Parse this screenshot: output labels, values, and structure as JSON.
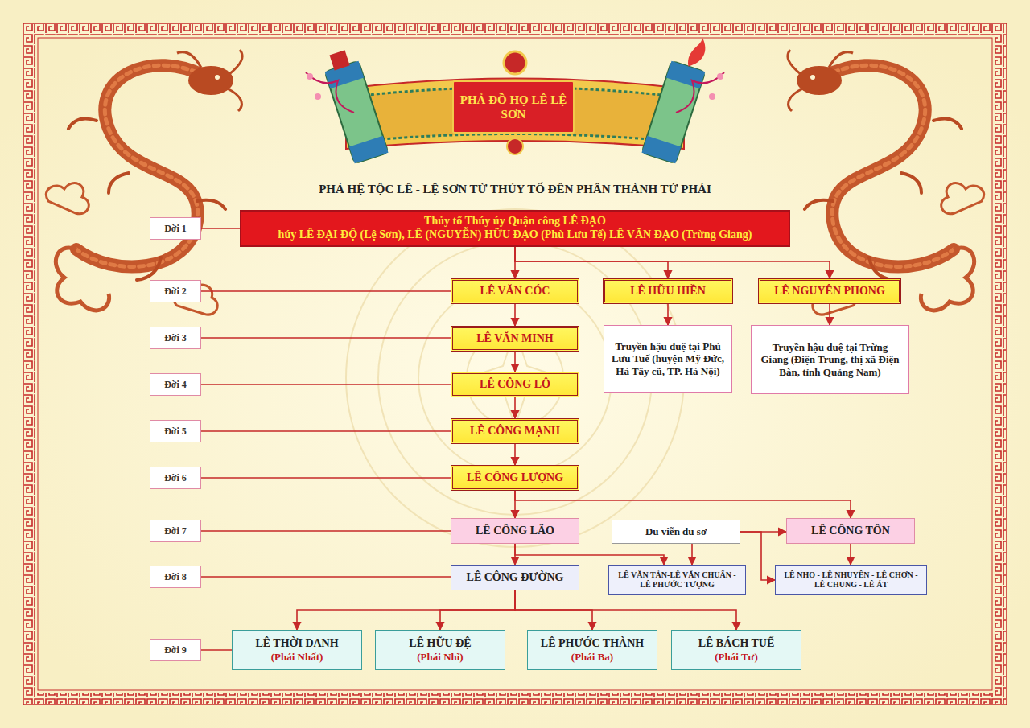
{
  "diagram": {
    "title": "PHẢ HỆ TỘC LÊ - LỆ SƠN TỪ THỦY TỔ ĐẾN PHÂN THÀNH TỨ PHÁI",
    "nodes": [
      {
        "text": [
          "PHẢ ĐỒ HỌ LÊ LỆ SƠN"
        ]
      },
      {
        "text": [
          "Đời 1"
        ]
      },
      {
        "text": [
          "Thủy tổ Thúy úy Quận công LÊ ĐẠO",
          "húy LÊ ĐẠI ĐỘ (Lệ Sơn), LÊ (NGUYỄN) HỮU ĐẠO (Phù Lưu Tế) LÊ VĂN ĐẠO (Trừng Giang)"
        ]
      },
      {
        "text": [
          "Đời 2"
        ]
      },
      {
        "text": [
          "LÊ VĂN CÓC"
        ]
      },
      {
        "text": [
          "LÊ HỮU HIỀN"
        ]
      },
      {
        "text": [
          "LÊ NGUYÊN PHONG"
        ]
      },
      {
        "text": [
          "Đời 3"
        ]
      },
      {
        "text": [
          "LÊ VĂN MINH"
        ]
      },
      {
        "text": [
          "Truyền hậu duệ tại Phù Lưu Tuế (huyện Mỹ Đức, Hà Tây cũ, TP. Hà Nội)"
        ]
      },
      {
        "text": [
          "Truyền hậu duệ tại Trừng Giang (Điện Trung, thị xã Điện Bàn, tỉnh Quảng Nam)"
        ]
      },
      {
        "text": [
          "Đời 4"
        ]
      },
      {
        "text": [
          "LÊ CÔNG LÔ"
        ]
      },
      {
        "text": [
          "Đời 5"
        ]
      },
      {
        "text": [
          "LÊ CÔNG MẠNH"
        ]
      },
      {
        "text": [
          "Đời 6"
        ]
      },
      {
        "text": [
          "LÊ CÔNG LƯỢNG"
        ]
      },
      {
        "text": [
          "Đời 7"
        ]
      },
      {
        "text": [
          "LÊ CÔNG LÃO"
        ]
      },
      {
        "text": [
          "Du viễn du sơ"
        ]
      },
      {
        "text": [
          "LÊ CÔNG TÔN"
        ]
      },
      {
        "text": [
          "Đời 8"
        ]
      },
      {
        "text": [
          "LÊ CÔNG ĐƯỜNG"
        ]
      },
      {
        "text": [
          "LÊ VĂN TẢN-LÊ VĂN CHUẨN -LÊ PHƯỚC TƯỢNG"
        ]
      },
      {
        "text": [
          "LÊ NHO - LÊ NHUYÊN - LÊ CHƠN - LÊ CHUNG - LÊ ÁT"
        ]
      },
      {
        "text": [
          "Đời 9"
        ]
      },
      {
        "text": [
          "LÊ THỜI DANH",
          "(Phái Nhất)"
        ]
      },
      {
        "text": [
          "LÊ HỮU ĐỆ",
          "(Phái Nhì)"
        ]
      },
      {
        "text": [
          "LÊ PHƯỚC THÀNH",
          "(Phái Ba)"
        ]
      },
      {
        "text": [
          "LÊ BÁCH TUẾ",
          "(Phái Tư)"
        ]
      }
    ],
    "edges": [
      {
        "from": 1,
        "to": 2,
        "arrow": "none"
      },
      {
        "from": 3,
        "to": 4,
        "arrow": "none"
      },
      {
        "from": 7,
        "to": 8,
        "arrow": "none"
      },
      {
        "from": 11,
        "to": 12,
        "arrow": "none"
      },
      {
        "from": 13,
        "to": 14,
        "arrow": "none"
      },
      {
        "from": 15,
        "to": 16,
        "arrow": "none"
      },
      {
        "from": 17,
        "to": 18,
        "arrow": "none"
      },
      {
        "from": 21,
        "to": 22,
        "arrow": "none"
      },
      {
        "from": 25,
        "to": 26,
        "arrow": "none"
      },
      {
        "from": 2,
        "to": 4,
        "arrow": "to"
      },
      {
        "from": 2,
        "to": 5,
        "arrow": "to"
      },
      {
        "from": 2,
        "to": 6,
        "arrow": "to"
      },
      {
        "from": 4,
        "to": 8,
        "arrow": "to"
      },
      {
        "from": 5,
        "to": 9,
        "arrow": "to"
      },
      {
        "from": 6,
        "to": 10,
        "arrow": "to"
      },
      {
        "from": 8,
        "to": 12,
        "arrow": "to"
      },
      {
        "from": 12,
        "to": 14,
        "arrow": "to"
      },
      {
        "from": 14,
        "to": 16,
        "arrow": "to"
      },
      {
        "from": 16,
        "to": 18,
        "arrow": "to"
      },
      {
        "from": 16,
        "to": 20,
        "arrow": "to"
      },
      {
        "from": 18,
        "to": 22,
        "arrow": "to"
      },
      {
        "from": 18,
        "to": 23,
        "arrow": "to"
      },
      {
        "from": 19,
        "to": 23,
        "arrow": "to"
      },
      {
        "from": 19,
        "to": 20,
        "arrow": "to"
      },
      {
        "from": 19,
        "to": 24,
        "arrow": "to"
      },
      {
        "from": 20,
        "to": 24,
        "arrow": "to"
      },
      {
        "from": 22,
        "to": 26,
        "arrow": "to"
      },
      {
        "from": 22,
        "to": 27,
        "arrow": "to"
      },
      {
        "from": 22,
        "to": 28,
        "arrow": "to"
      },
      {
        "from": 22,
        "to": 29,
        "arrow": "to"
      }
    ]
  }
}
